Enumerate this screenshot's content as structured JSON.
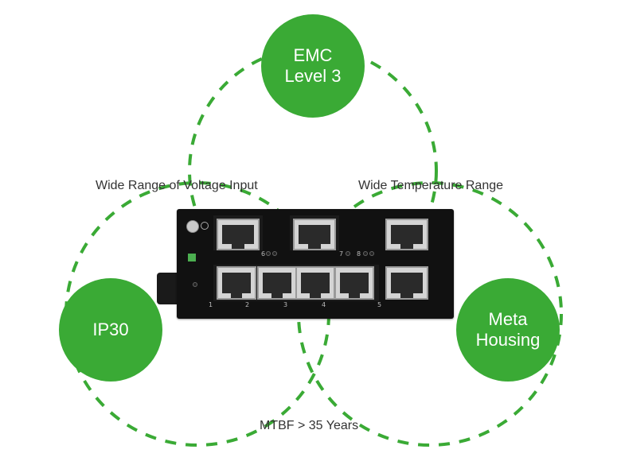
{
  "accent_color": "#3aaa35",
  "badges": {
    "emc_line1": "EMC",
    "emc_line2": "Level 3",
    "ip": "IP30",
    "meta_line1": "Meta",
    "meta_line2": "Housing"
  },
  "captions": {
    "voltage": "Wide Range of Voltage Input",
    "temperature": "Wide Temperature Range",
    "mtbf": "MTBF > 35 Years"
  },
  "device": {
    "port_numbers": [
      "1",
      "2",
      "3",
      "4",
      "5",
      "6",
      "7",
      "8"
    ]
  }
}
